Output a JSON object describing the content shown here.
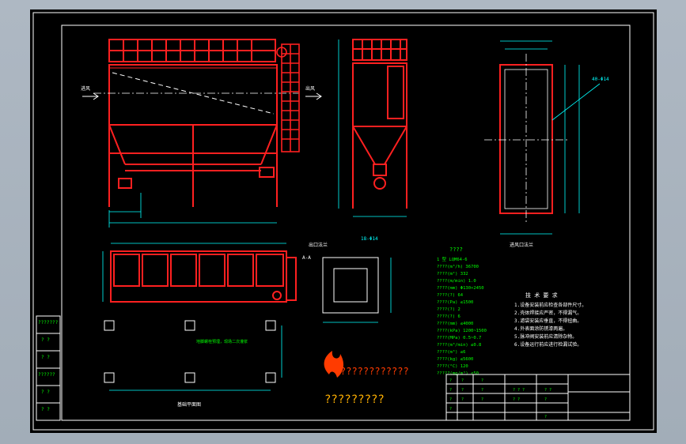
{
  "colors": {
    "frame": "#ffffff",
    "equipment": "#ff2020",
    "dimension": "#00ffff",
    "annotation": "#00ff00",
    "centerline": "#ffffff",
    "logo_flame": "#ff3b00",
    "logo_text": "#ffb000",
    "canvas_bg": "#000000"
  },
  "views": {
    "front_inlet_label": "进风",
    "front_outlet_label": "出风",
    "section_label": "A-A",
    "flange_title": "出口法兰",
    "flange_hole_label": "18-Φ14",
    "inlet_flange_title": "进风口法兰",
    "inlet_hole_label": "40-Φ14",
    "foundation_title": "基础平面图",
    "foundation_note": "地脚螺栓预埋，现场二次灌浆"
  },
  "spec_table": {
    "title": "????",
    "rows": [
      "1  型   LQM64-6",
      "????(m³/h)   36700",
      "????(m²)   332",
      "????(m/min)   1.0",
      "????(mm)   Φ130×2450",
      "????(?)   64",
      "????(Pa)   ≤1500",
      "????(?)   2",
      "????(?)   6",
      "????(mm)   ≤4000",
      "????(kPa)   1200~1500",
      "????(MPa)   0.5~0.7",
      "????(m³/min)   ≤0.8",
      "????(m³)   ≤6",
      "????(kg)   ≤5600",
      "????(°C)   120",
      "?????(mg/m³)   ≤50"
    ]
  },
  "notes": {
    "title": "技 术 要 求",
    "lines": [
      "1.设备安装前应检查各部件尺寸。",
      "2.壳体焊接应严密，不得漏气。",
      "3.滤袋安装应垂直，不得扭曲。",
      "4.外表面涂防锈漆两遍。",
      "5.脉冲阀安装前应清除杂物。",
      "6.设备运行前应进行检漏试验。"
    ]
  },
  "side_title_block": {
    "cells": [
      "???????",
      "? ?",
      "? ?",
      "??????",
      "? ?",
      "? ?"
    ]
  },
  "logo": {
    "title_text": "????????????",
    "subtitle_text": "?????????"
  },
  "title_block": {
    "cells": [
      "?",
      "?",
      "?",
      "?",
      "?",
      "?",
      "?",
      "?",
      "?",
      "?",
      "? ? ?",
      "? ?",
      "? ?",
      "?",
      "?"
    ]
  }
}
